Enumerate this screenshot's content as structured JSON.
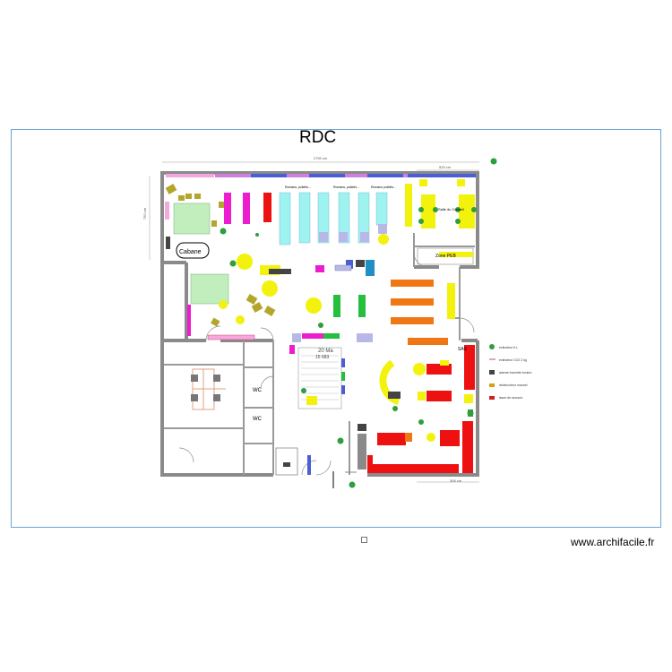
{
  "plan": {
    "title": "RDC",
    "site": "www.archifacile.fr",
    "dimensions": {
      "top_total": "2700 cm",
      "top_right": "525 cm",
      "left": "750 cm",
      "bottom_right": "306 cm"
    },
    "rooms": {
      "cabane": "Cabane",
      "wc_1": "WC",
      "wc_2": "WC",
      "salle_conseil": "Salle du Conseil",
      "zone": "Zone PEB",
      "sas": "SAS",
      "stairs_label": "20 Ma",
      "stairs_sub": "15 683"
    },
    "shelf_labels": [
      "Romans, polidés...",
      "Romans, polidés...",
      "Romans polidés..."
    ],
    "legend": [
      {
        "label": "extincteur 6 L",
        "icon": "extinguisher-icon",
        "color": "#2e9e3e"
      },
      {
        "label": "extincteur CO2 2 kg",
        "icon": "extinguisher-co2-icon",
        "color": "#d23c8c"
      },
      {
        "label": "alarme incendie bouton",
        "icon": "alarm-button-icon",
        "color": "#444444"
      },
      {
        "label": "déclencheur manuel",
        "icon": "manual-trigger-icon",
        "color": "#d4a017"
      },
      {
        "label": "issue de secours",
        "icon": "emergency-exit-icon",
        "color": "#cc2222"
      }
    ],
    "colors": {
      "wall": "#8a8a8a",
      "shelf_cyan": "#9ef2ef",
      "magenta": "#ee1ccf",
      "red": "#ee1111",
      "orange": "#f07814",
      "yellow": "#f2f20c",
      "green": "#23bf3d",
      "olive": "#b3a62b",
      "light_green": "#c2eebd",
      "pink": "#f6a8de",
      "blue": "#4b5ed6",
      "lavender": "#b8b8e8"
    }
  }
}
